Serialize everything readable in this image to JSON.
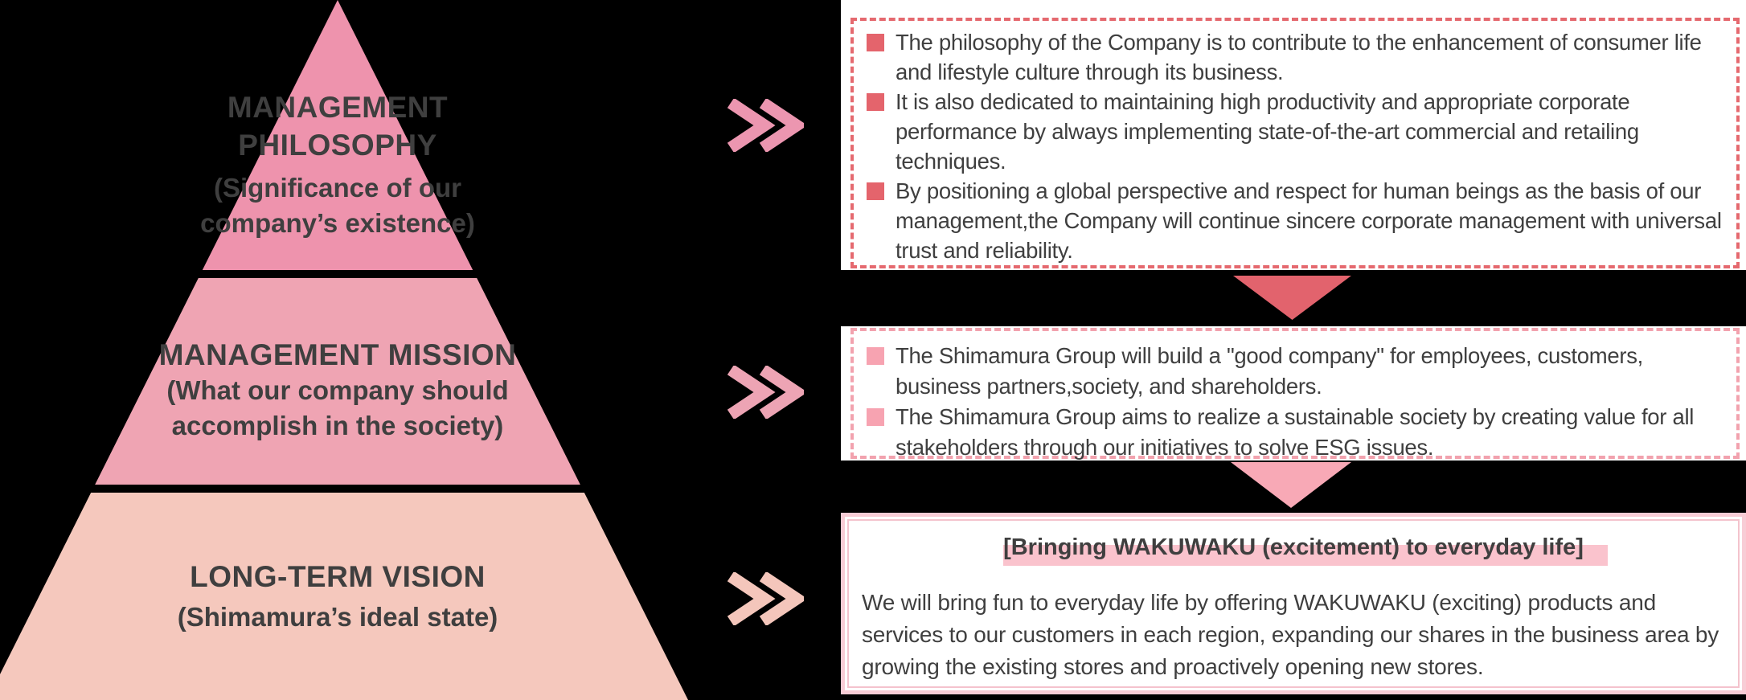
{
  "colors": {
    "background": "#000000",
    "text": "#3f3f3f",
    "box_bg": "#ffffff",
    "pyramid_section1": "#ee93ad",
    "pyramid_section2": "#efa4b3",
    "pyramid_section3": "#f5c8bd",
    "chevron1": "#ec96b0",
    "chevron2": "#eda4b4",
    "chevron3": "#f4c6bb",
    "box1_accent": "#e4646c",
    "box1_border": "#e5696f",
    "box2_accent": "#f7a3b1",
    "box2_border": "#f2a2ae",
    "triangle1": "#e2636d",
    "triangle2": "#f8a9b6",
    "box3_border_outer": "#f8ccd5",
    "box3_border_inner": "#f4c3cd",
    "box3_highlight": "#fac3cd"
  },
  "pyramid": {
    "sections": [
      {
        "title": "MANAGEMENT\nPHILOSOPHY",
        "subtitle": "(Significance of our\ncompany’s existence)"
      },
      {
        "title": "MANAGEMENT MISSION",
        "subtitle": "(What our company should\naccomplish in the society)"
      },
      {
        "title": "LONG-TERM VISION",
        "subtitle": "(Shimamura’s ideal state)"
      }
    ]
  },
  "boxes": [
    {
      "items": [
        "The philosophy of the Company is to contribute to the enhancement of consumer life and lifestyle culture through its business.",
        "It is also dedicated to maintaining high productivity and appropriate corporate performance by always implementing state-of-the-art commercial and retailing techniques.",
        "By positioning a global perspective and respect for human beings as the basis of our management,the Company will continue sincere corporate management with universal trust and reliability."
      ]
    },
    {
      "items": [
        "The Shimamura Group will build a \"good company\" for employees, customers, business partners,society, and shareholders.",
        "The Shimamura Group aims to realize a sustainable society by creating value for all stakeholders through our initiatives to solve ESG issues."
      ]
    },
    {
      "heading": "[Bringing WAKUWAKU (excitement) to everyday life]",
      "body": "We will bring fun to everyday life by offering WAKUWAKU (exciting) products and services to our customers in each region, expanding our shares in the business area by growing the existing stores and proactively opening new stores."
    }
  ]
}
